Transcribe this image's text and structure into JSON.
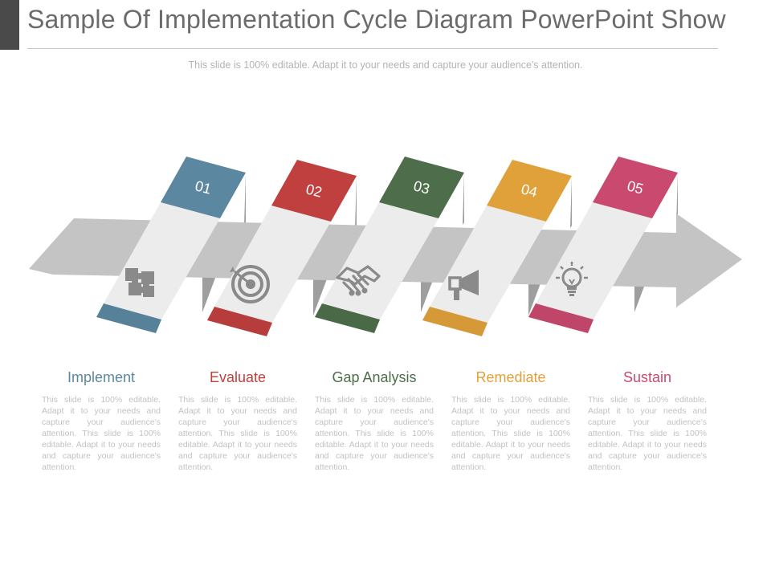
{
  "header": {
    "title": "Sample Of Implementation Cycle Diagram PowerPoint Show",
    "subtitle": "This slide is 100% editable. Adapt it to your needs and capture your audience's attention."
  },
  "steps": [
    {
      "number": "01",
      "label": "Implement",
      "color": "#5b88a0",
      "icon": "puzzle-icon",
      "text": "This slide is 100% editable. Adapt it to your needs and capture your audience's attention. This slide is 100% editable. Adapt it to your needs and capture your audience's attention."
    },
    {
      "number": "02",
      "label": "Evaluate",
      "color": "#c0403f",
      "icon": "target-icon",
      "text": "This slide is 100% editable. Adapt it to your needs and capture your audience's attention. This slide is 100% editable. Adapt it to your needs and capture your audience's attention."
    },
    {
      "number": "03",
      "label": "Gap Analysis",
      "color": "#4e6e4b",
      "icon": "handshake-icon",
      "text": "This slide is 100% editable. Adapt it to your needs and capture your audience's attention. This slide is 100% editable. Adapt it to your needs and capture your audience's attention."
    },
    {
      "number": "04",
      "label": "Remediate",
      "color": "#e0a13a",
      "icon": "megaphone-icon",
      "text": "This slide is 100% editable. Adapt it to your needs and capture your audience's attention. This slide is 100% editable. Adapt it to your needs and capture your audience's attention."
    },
    {
      "number": "05",
      "label": "Sustain",
      "color": "#c94a6e",
      "icon": "lightbulb-icon",
      "text": "This slide is 100% editable. Adapt it to your needs and capture your audience's attention. This slide is 100% editable. Adapt it to your needs and capture your audience's attention."
    }
  ]
}
